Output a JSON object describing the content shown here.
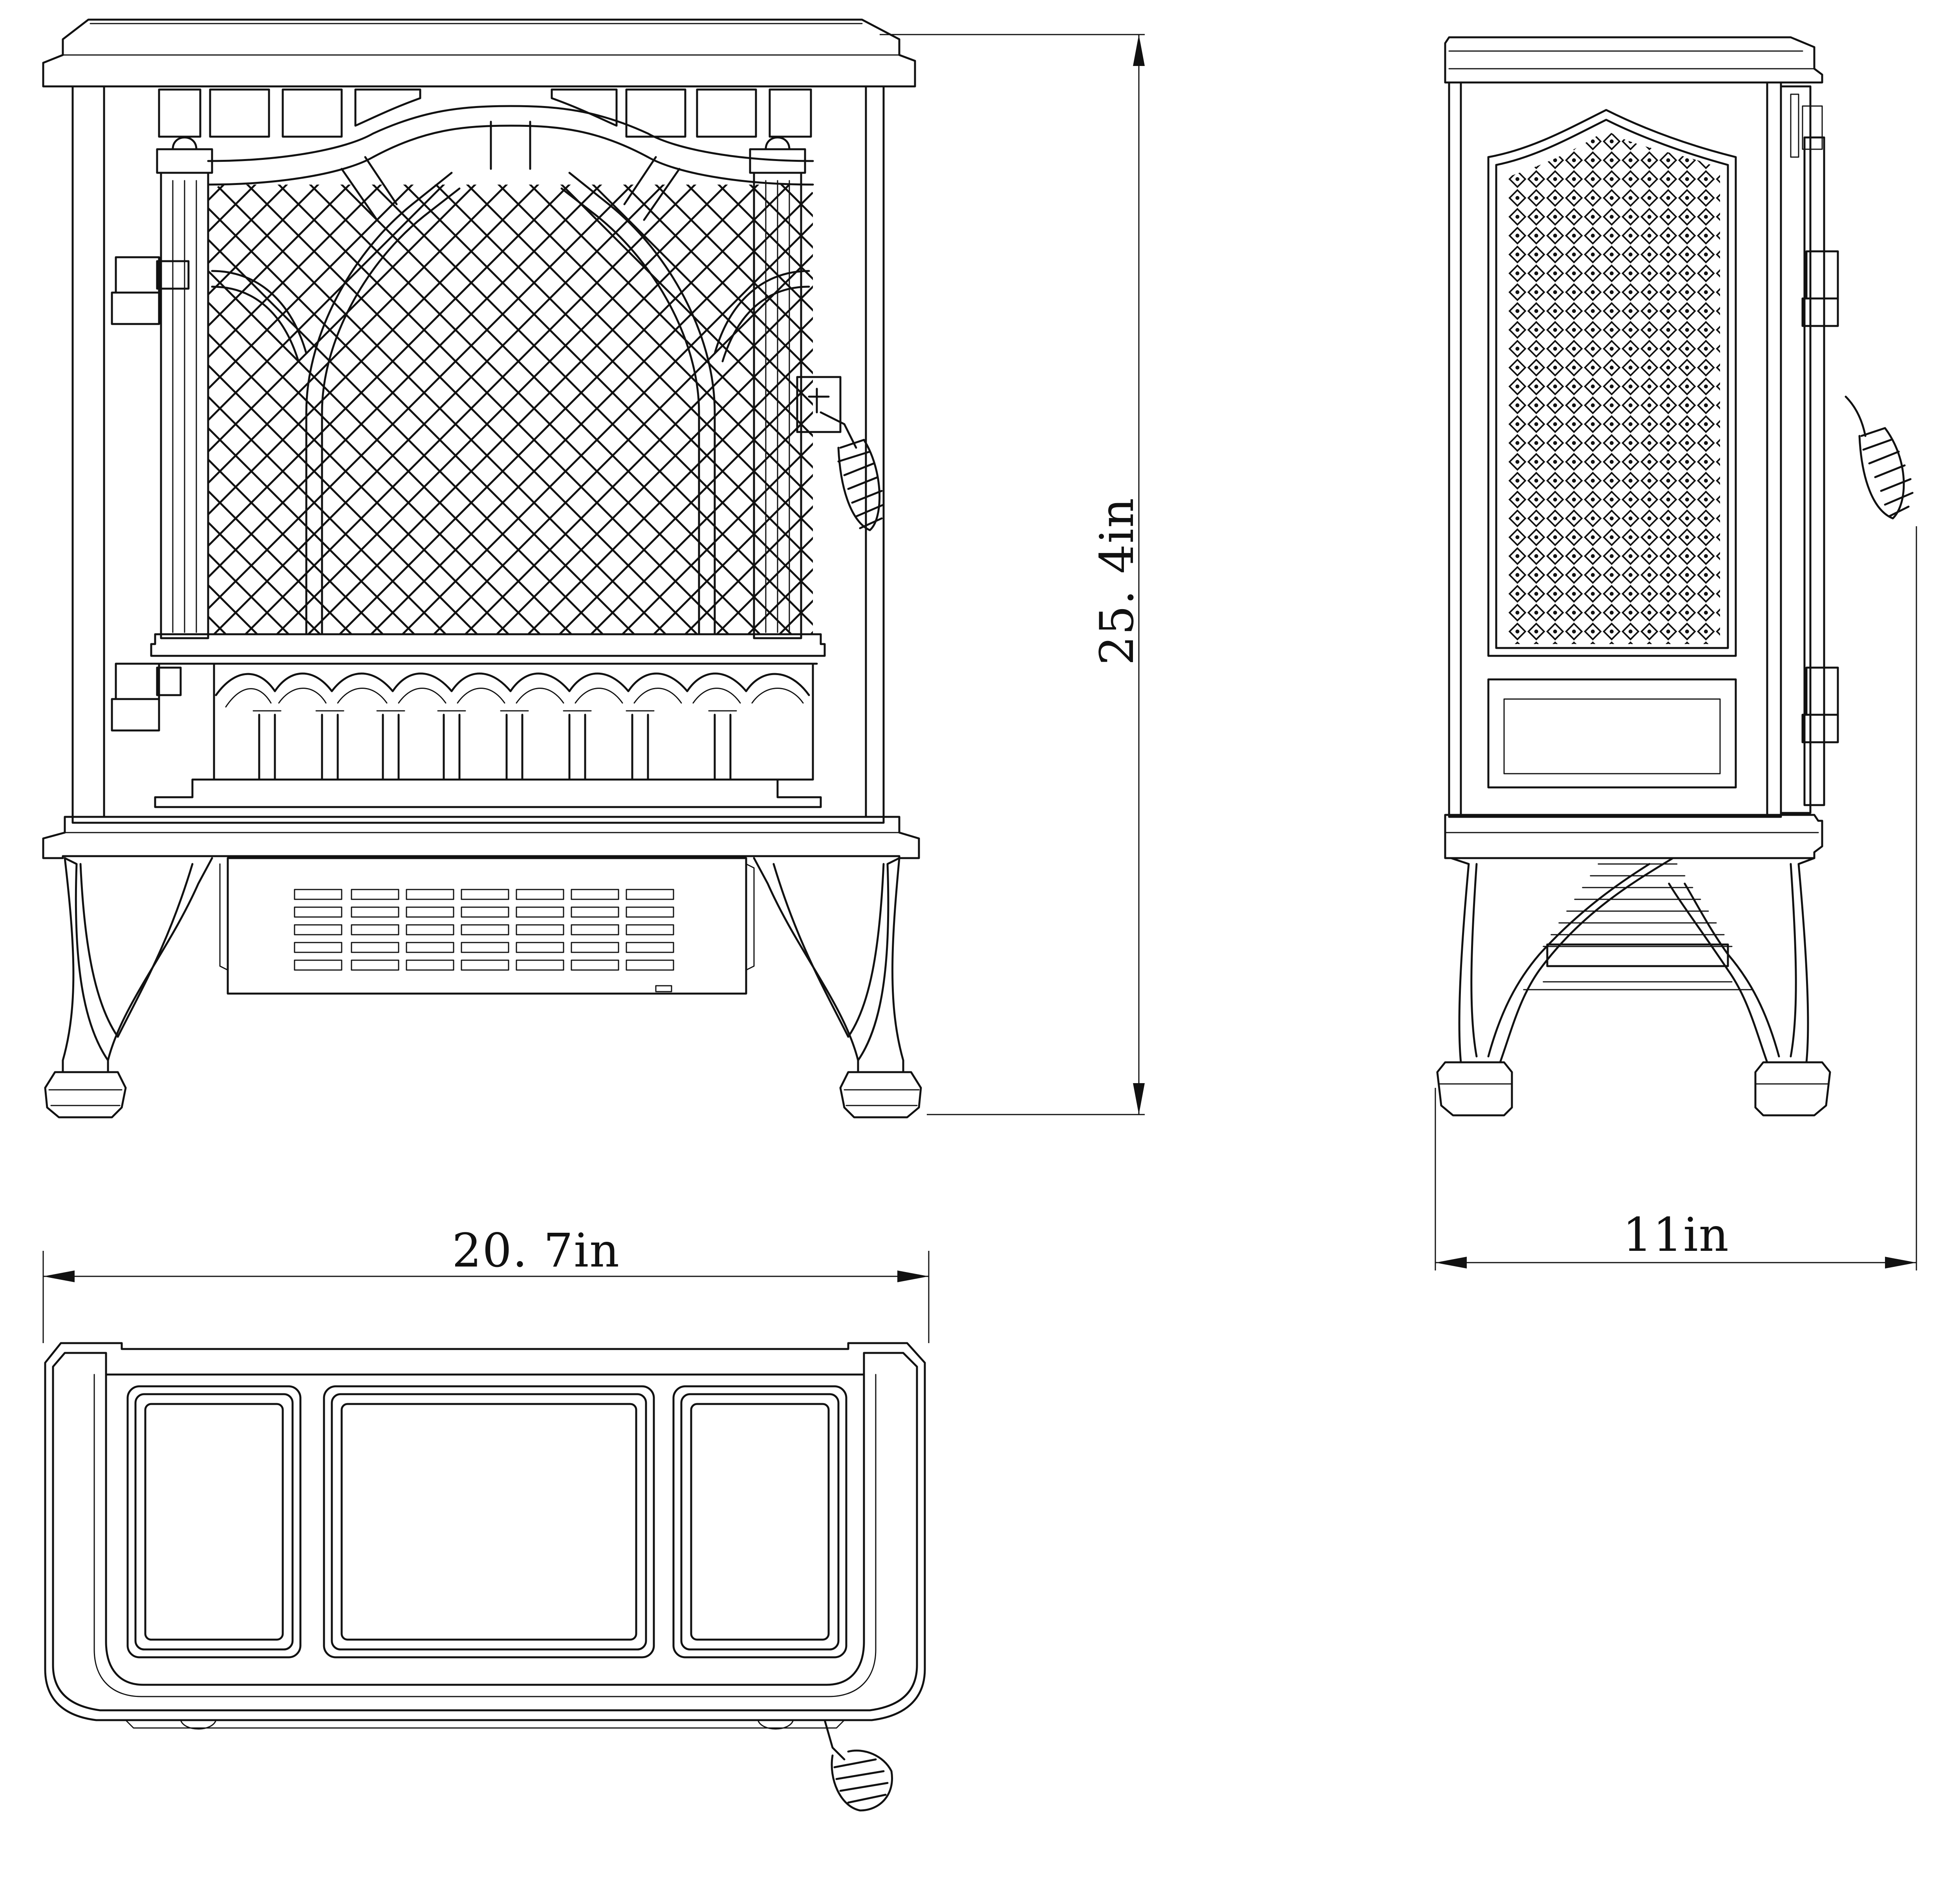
{
  "drawing": {
    "subject": "electric stove heater orthographic views",
    "line_color": "#111111",
    "background_color": "#ffffff"
  },
  "views": {
    "front": "front-view",
    "side": "side-view",
    "top": "top-view"
  },
  "dimensions": {
    "height_label": "25. 4in",
    "width_label": "20. 7in",
    "depth_label": "11in"
  }
}
